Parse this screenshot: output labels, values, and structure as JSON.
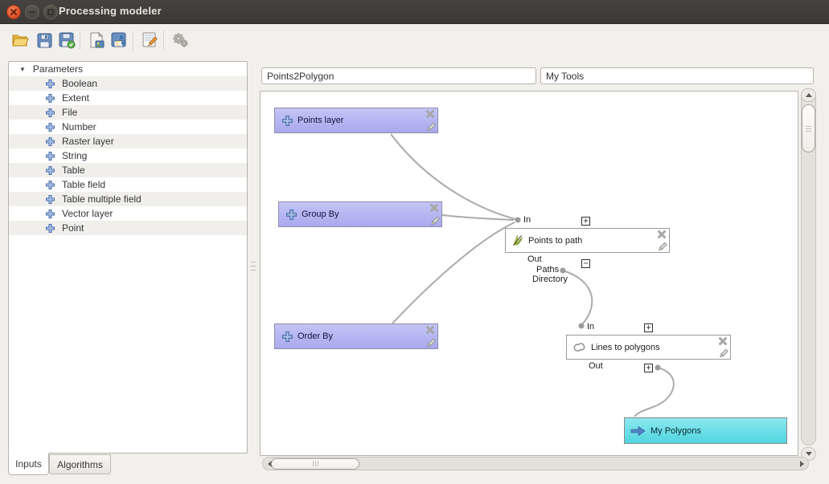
{
  "window": {
    "title": "Processing modeler"
  },
  "toolbar": {
    "buttons": [
      {
        "name": "open-model",
        "icon": "folder-open-icon"
      },
      {
        "name": "save-model",
        "icon": "save-icon"
      },
      {
        "name": "save-model-as",
        "icon": "save-as-icon"
      },
      {
        "name": "export-as-image",
        "icon": "export-image-icon"
      },
      {
        "name": "export-as-python",
        "icon": "export-python-icon"
      },
      {
        "name": "edit-model-help",
        "icon": "edit-help-icon"
      },
      {
        "name": "run-model",
        "icon": "gears-icon"
      }
    ]
  },
  "model_name_input": {
    "value": "Points2Polygon"
  },
  "model_group_input": {
    "value": "My Tools"
  },
  "parameters_tree": {
    "root_label": "Parameters",
    "items": [
      "Boolean",
      "Extent",
      "File",
      "Number",
      "Raster layer",
      "String",
      "Table",
      "Table field",
      "Table multiple field",
      "Vector layer",
      "Point"
    ]
  },
  "tabs": {
    "inputs": "Inputs",
    "algorithms": "Algorithms"
  },
  "glyphs": {
    "expand": "+",
    "collapse": "−"
  },
  "canvas": {
    "parameter_nodes": [
      {
        "label": "Points layer"
      },
      {
        "label": "Group By"
      },
      {
        "label": "Order By"
      }
    ],
    "algorithm_nodes": [
      {
        "label": "Points to path",
        "in_label": "In",
        "out_label": "Out",
        "outputs": [
          "Paths",
          "Directory"
        ]
      },
      {
        "label": "Lines to polygons",
        "in_label": "In",
        "out_label": "Out"
      }
    ],
    "output_nodes": [
      {
        "label": "My Polygons"
      }
    ]
  },
  "colors": {
    "titlebar": "#3b3a36",
    "close_button": "#dd4d24",
    "parameter_node_fill": "#b6b6f2",
    "algorithm_node_fill": "#ffffff",
    "output_node_fill": "#63dce6",
    "connector": "#ababab",
    "panel_border": "#b6b2ac"
  }
}
